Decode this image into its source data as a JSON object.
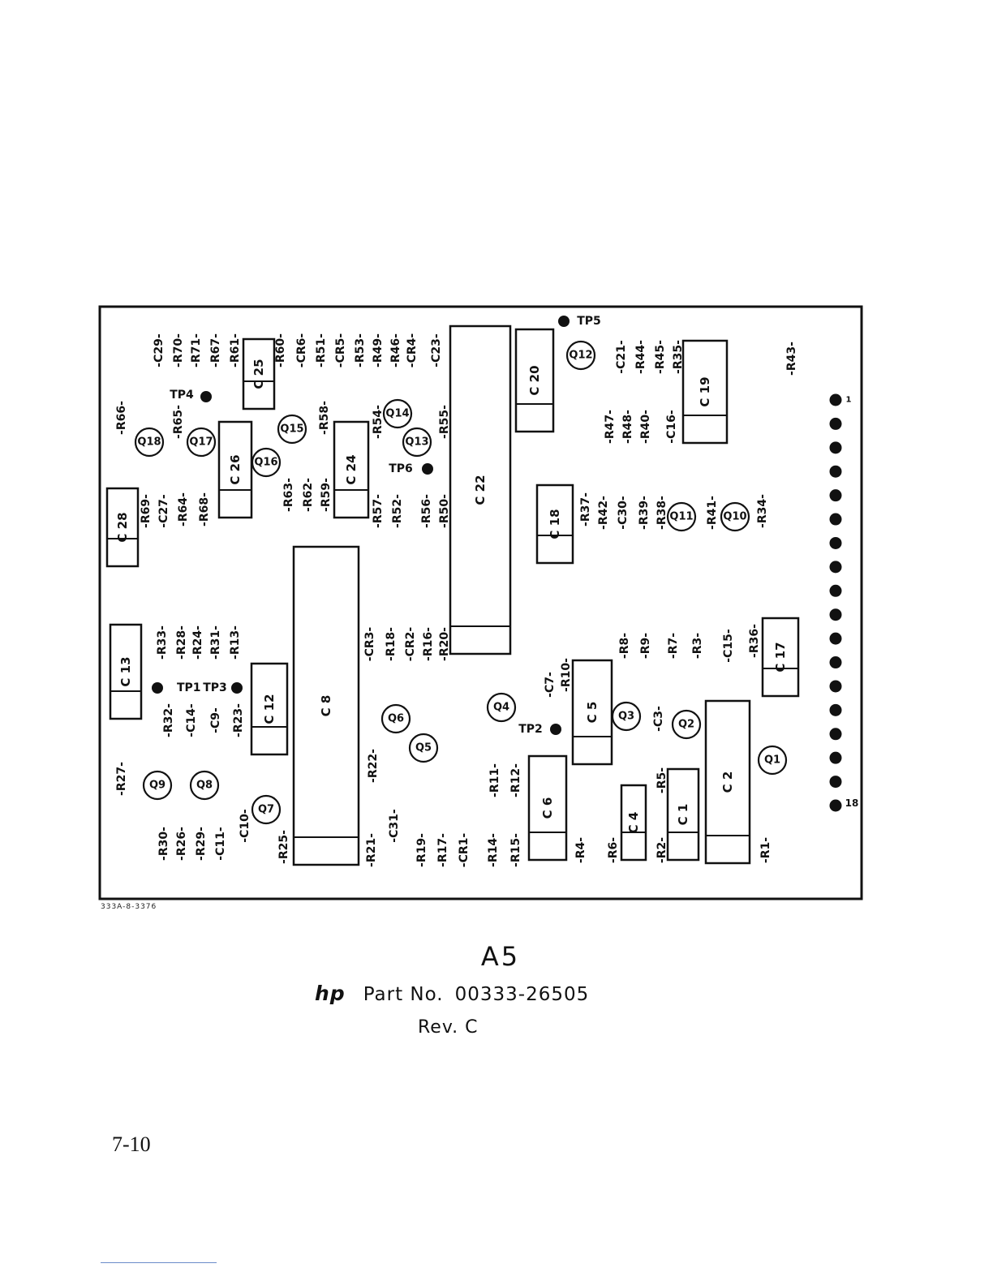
{
  "board": {
    "drawing_number": "333A-8-3376",
    "components": [
      {
        "ref": "C1"
      },
      {
        "ref": "C2"
      },
      {
        "ref": "C4"
      },
      {
        "ref": "C5"
      },
      {
        "ref": "C6"
      },
      {
        "ref": "C8"
      },
      {
        "ref": "C12"
      },
      {
        "ref": "C13"
      },
      {
        "ref": "C17"
      },
      {
        "ref": "C18"
      },
      {
        "ref": "C19"
      },
      {
        "ref": "C20"
      },
      {
        "ref": "C22"
      },
      {
        "ref": "C24"
      },
      {
        "ref": "C25"
      },
      {
        "ref": "C26"
      },
      {
        "ref": "C28"
      }
    ],
    "transistors": [
      "Q1",
      "Q2",
      "Q3",
      "Q4",
      "Q5",
      "Q6",
      "Q7",
      "Q8",
      "Q9",
      "Q10",
      "Q11",
      "Q12",
      "Q13",
      "Q14",
      "Q15",
      "Q16",
      "Q17",
      "Q18"
    ],
    "test_points": [
      "TP1",
      "TP2",
      "TP3",
      "TP4",
      "TP5",
      "TP6"
    ],
    "connector": {
      "first_pin": "1",
      "last_pin": "18",
      "pin_count": 18
    },
    "labels": [
      "-R66-",
      "-C29-",
      "-R70-",
      "-R71-",
      "-R67-",
      "-R61-",
      "-R60-",
      "-CR6-",
      "-R51-",
      "-CR5-",
      "-R53-",
      "-R49-",
      "-R46-",
      "-CR4-",
      "-C23-",
      "-R65-",
      "-R69-",
      "-C27-",
      "-R64-",
      "-R68-",
      "-R58-",
      "-R63-",
      "-R62-",
      "-R59-",
      "-R54-",
      "-R55-",
      "-R57-",
      "-R52-",
      "-R56-",
      "-R50-",
      "-C21-",
      "-R44-",
      "-R45-",
      "-R35-",
      "-R43-",
      "-R47-",
      "-R48-",
      "-R40-",
      "-C16-",
      "-R37-",
      "-R42-",
      "-C30-",
      "-R39-",
      "-R38-",
      "-R41-",
      "-R34-",
      "-R33-",
      "-R28-",
      "-R24-",
      "-R31-",
      "-R13-",
      "-R32-",
      "-C14-",
      "-C9-",
      "-R23-",
      "-R27-",
      "-CR3-",
      "-R18-",
      "-CR2-",
      "-R16-",
      "-R20-",
      "-R22-",
      "-C31-",
      "-R30-",
      "-R26-",
      "-R29-",
      "-C11-",
      "-C10-",
      "-R25-",
      "-R21-",
      "-R19-",
      "-R17-",
      "-CR1-",
      "-R14-",
      "-R15-",
      "-R11-",
      "-R12-",
      "-C7-",
      "-R10-",
      "-R8-",
      "-R9-",
      "-R7-",
      "-R3-",
      "-C15-",
      "-R36-",
      "-C3-",
      "-R5-",
      "-R4-",
      "-R6-",
      "-R2-",
      "-R1-"
    ]
  },
  "caption": {
    "assembly": "A5",
    "brand": "hp",
    "part_label": "Part No.",
    "part_number": "00333-26505",
    "revision": "Rev. C"
  },
  "page_number": "7-10"
}
